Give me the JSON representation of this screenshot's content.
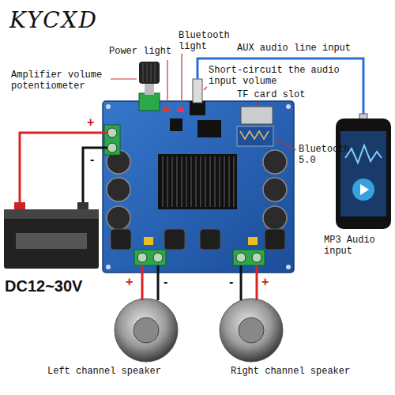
{
  "diagram": {
    "labels": [
      "KYCXD",
      "Power light",
      "Bluetooth light",
      "AUX audio line input",
      "Amplifier volume potentiometer",
      "Short-circuit the audio input volume",
      "TF card slot",
      "+",
      "-",
      "Bluetooth 5.0",
      "MP3 Audio input",
      "DC12~30V",
      "+",
      "-",
      "-",
      "+",
      "Left channel speaker",
      "Right channel speaker"
    ]
  }
}
